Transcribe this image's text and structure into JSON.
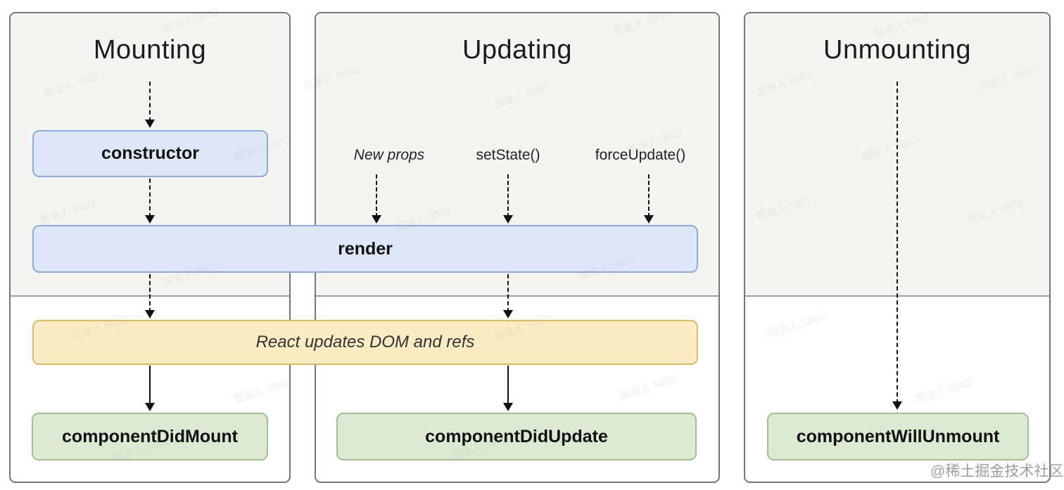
{
  "diagram": {
    "columns": [
      {
        "title": "Mounting"
      },
      {
        "title": "Updating",
        "triggers": [
          {
            "label": "New props"
          },
          {
            "label": "setState()"
          },
          {
            "label": "forceUpdate()"
          }
        ]
      },
      {
        "title": "Unmounting"
      }
    ],
    "boxes": {
      "constructor": "constructor",
      "render": "render",
      "react_updates": "React updates DOM and refs",
      "did_mount": "componentDidMount",
      "did_update": "componentDidUpdate",
      "will_unmount": "componentWillUnmount"
    }
  },
  "watermark": {
    "diagonal_text": "掘金人 5802",
    "footer_text": "@稀土掘金技术社区"
  },
  "colors": {
    "blue_fill": "#dde7f8",
    "blue_border": "#8ea9da",
    "yellow_fill": "#fbecc4",
    "yellow_border": "#ddba68",
    "green_fill": "#dcead4",
    "green_border": "#a2c093",
    "phase_bg": "#f4f4f2",
    "column_border": "#767676",
    "divider": "#9d9d9d",
    "arrow": "#111111",
    "text": "#1c1c1c",
    "watermark_gray": "#9e9e9e"
  }
}
